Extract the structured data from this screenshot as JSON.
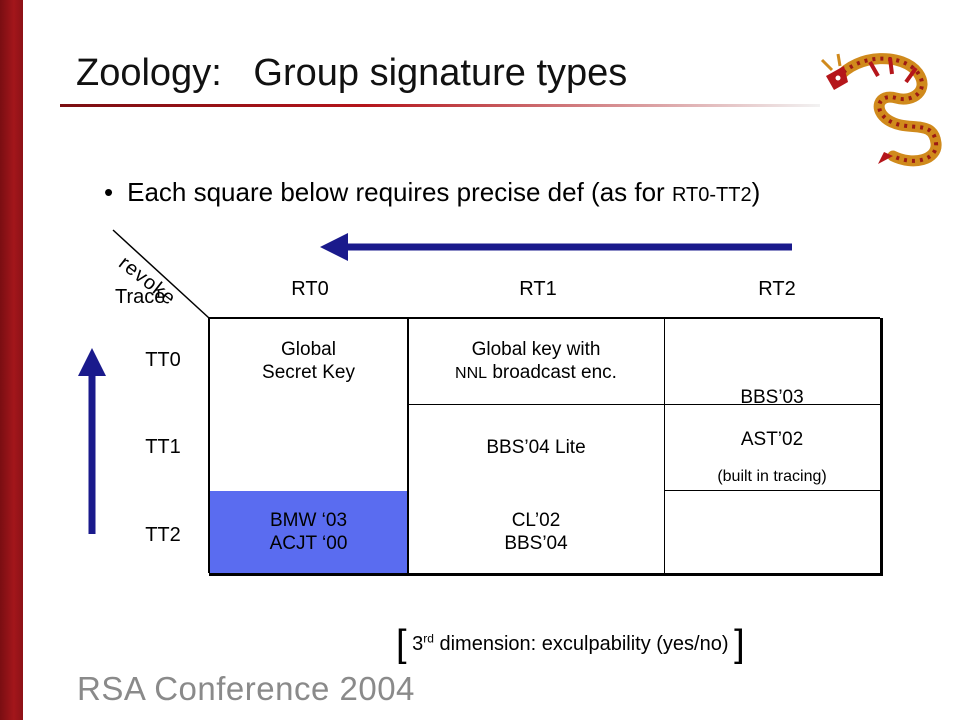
{
  "slide": {
    "title": "Zoology:   Group signature types",
    "bullet": {
      "dot": "•",
      "text": "Each square below requires precise def (as for ",
      "small": "RT0-TT2",
      "close": ")"
    },
    "axis": {
      "revoke": "revoke",
      "trace": "Trace"
    },
    "columns": [
      "RT0",
      "RT1",
      "RT2"
    ],
    "rows": [
      "TT0",
      "TT1",
      "TT2"
    ],
    "cells": {
      "tt0_rt0": [
        "Global",
        "Secret Key"
      ],
      "tt0_rt1": {
        "line1": "Global key with",
        "nnl": "NNL",
        "line2": " broadcast enc."
      },
      "tt1_rt1": "BBS’04 Lite",
      "tt2_rt0": [
        "BMW ‘03",
        "ACJT ‘00"
      ],
      "tt2_rt1": [
        "CL’02",
        "BBS’04"
      ],
      "rt2": {
        "line1": "BBS’03",
        "line2": "AST’02",
        "note": "(built in tracing)"
      }
    },
    "highlight_color": "#5a6cf0",
    "arrow_color": "#1a1a8c",
    "footnote": {
      "open": "[",
      "num": "3",
      "sup": "rd",
      "text": " dimension:  exculpability  (yes/no)",
      "close": "]"
    },
    "logo": {
      "brand": "RSA",
      "name": " Conference",
      "year": " 2004"
    }
  }
}
